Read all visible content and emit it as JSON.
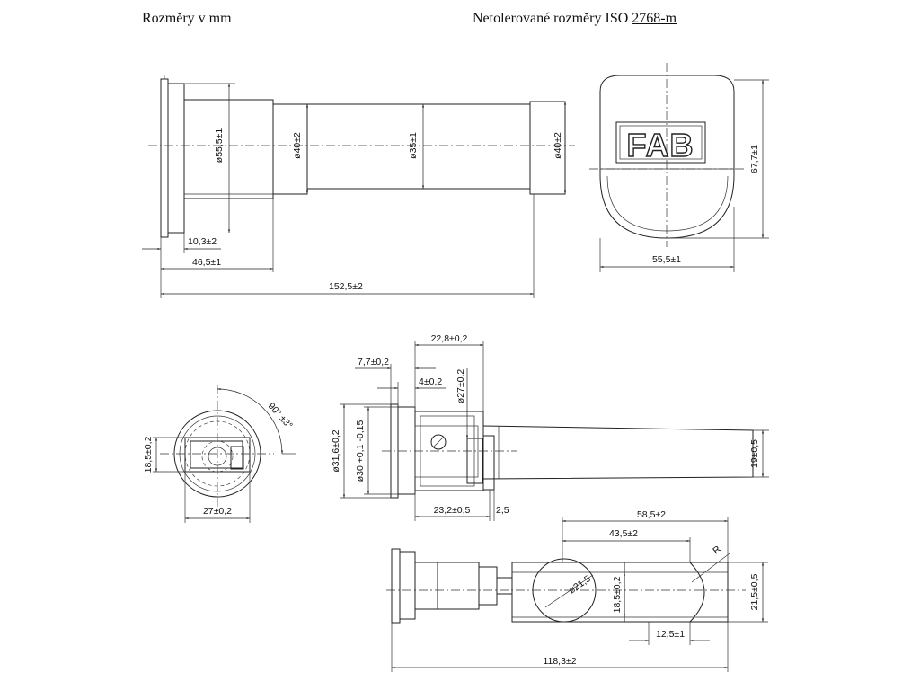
{
  "header": {
    "units_note": "Rozměry v mm",
    "tolerance_note_prefix": "Netolerované rozměry ISO ",
    "tolerance_note_standard": "2768-m"
  },
  "view_side": {
    "dim_flange_dia": "ø55,5±1",
    "dim_body_dia": "ø40±2",
    "dim_shank_dia": "ø35±1",
    "dim_end_dia": "ø40±2",
    "dim_flange_thk": "10,3±2",
    "dim_head_len": "46,5±1",
    "dim_total_len": "152,5±2"
  },
  "view_front": {
    "logo_text": "FAB",
    "dim_height": "67,7±1",
    "dim_width": "55,5±1"
  },
  "view_end": {
    "dim_angle": "90° ±3°",
    "dim_slot_h": "18,5±0,2",
    "dim_width": "27±0,2"
  },
  "view_cam_side": {
    "dim_plug_len": "22,8±0,2",
    "dim_flange_len": "7,7±0,2",
    "dim_step": "4±0,2",
    "dim_pin_dia": "ø27±0,2",
    "dim_outer_dia": "ø31,6±0,2",
    "dim_body_dia": "ø30 +0,1 -0,15",
    "dim_cam_len": "23,2±0,5",
    "dim_gap": "2,5",
    "dim_cam_h": "19±0,5"
  },
  "view_cam_top": {
    "dim_cam_len": "58,5±2",
    "dim_slot_len": "43,5±2",
    "dim_radius": "R",
    "dim_hole_dia": "ø21,5",
    "dim_slot_w": "18,5±0,2",
    "dim_cam_w": "21,5±0,5",
    "dim_tip": "12,5±1",
    "dim_total": "118,3±2"
  }
}
